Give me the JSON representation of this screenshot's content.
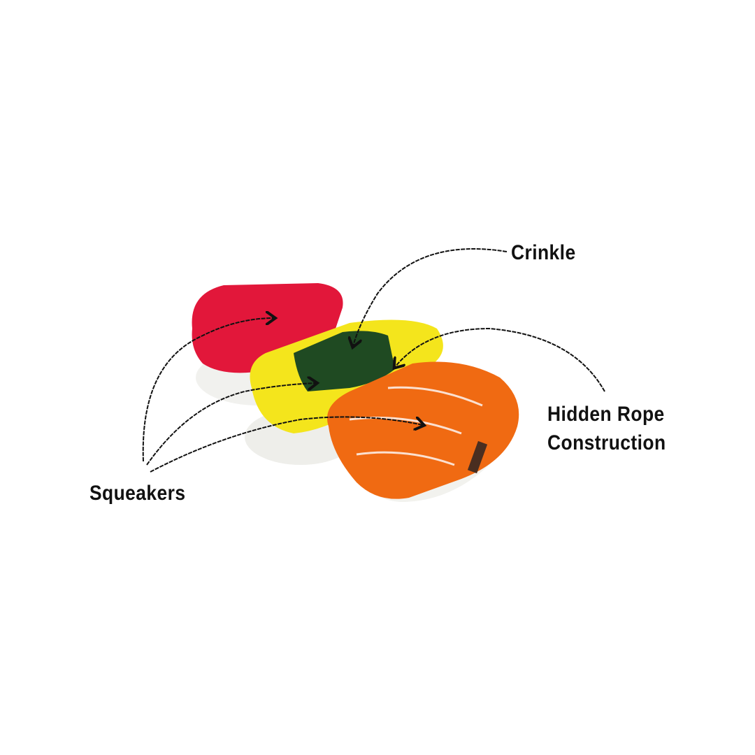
{
  "labels": {
    "crinkle": "Crinkle",
    "hidden_rope_line1": "Hidden Rope",
    "hidden_rope_line2": "Construction",
    "squeakers": "Squeakers"
  },
  "colors": {
    "tuna": "#e2173a",
    "egg": "#f4e51c",
    "nori": "#1f4a22",
    "salmon": "#f06a12",
    "rice": "#f3f3f0",
    "ink": "#111111"
  }
}
